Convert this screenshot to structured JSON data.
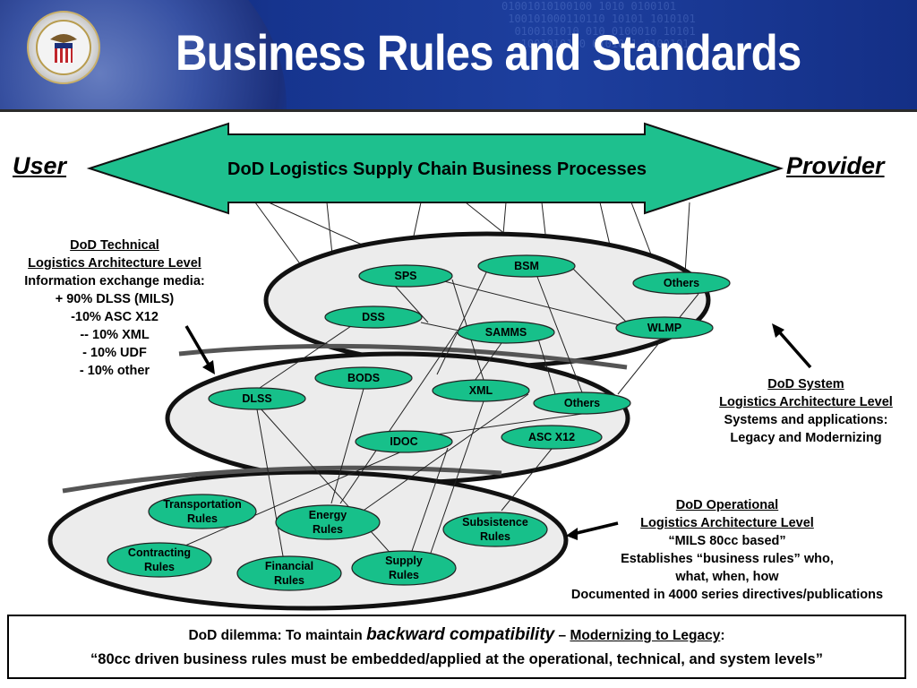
{
  "header": {
    "title": "Business Rules and Standards",
    "background_color": "#1a3690",
    "seal_icon": "dod-seal-icon"
  },
  "banner": {
    "text": "DoD Logistics Supply Chain Business Processes",
    "fill_color": "#1ec08e",
    "left_label": "User",
    "right_label": "Provider"
  },
  "node_color": "#17c08a",
  "layers": {
    "system": {
      "nodes": [
        {
          "id": "sps",
          "label": "SPS"
        },
        {
          "id": "bsm",
          "label": "BSM"
        },
        {
          "id": "others-sys",
          "label": "Others"
        },
        {
          "id": "dss",
          "label": "DSS"
        },
        {
          "id": "samms",
          "label": "SAMMS"
        },
        {
          "id": "wlmp",
          "label": "WLMP"
        }
      ]
    },
    "technical": {
      "nodes": [
        {
          "id": "bods",
          "label": "BODS"
        },
        {
          "id": "dlss",
          "label": "DLSS"
        },
        {
          "id": "xml",
          "label": "XML"
        },
        {
          "id": "others-tech",
          "label": "Others"
        },
        {
          "id": "idoc",
          "label": "IDOC"
        },
        {
          "id": "ascx12",
          "label": "ASC X12"
        }
      ]
    },
    "operational": {
      "nodes": [
        {
          "id": "transport",
          "label": "Transportation\nRules"
        },
        {
          "id": "energy",
          "label": "Energy\nRules"
        },
        {
          "id": "subsist",
          "label": "Subsistence\nRules"
        },
        {
          "id": "contract",
          "label": "Contracting\nRules"
        },
        {
          "id": "financial",
          "label": "Financial\nRules"
        },
        {
          "id": "supply",
          "label": "Supply\nRules"
        }
      ]
    }
  },
  "annotations": {
    "technical": {
      "heading1": "DoD Technical",
      "heading2": "Logistics Architecture Level",
      "lines": [
        "Information exchange media:",
        "+ 90% DLSS (MILS)",
        "-10% ASC X12",
        "-- 10% XML",
        "- 10% UDF",
        "- 10% other"
      ]
    },
    "system": {
      "heading1": "DoD System",
      "heading2": "Logistics Architecture Level",
      "lines": [
        "Systems and applications:",
        "Legacy and Modernizing"
      ]
    },
    "operational": {
      "heading1": "DoD Operational",
      "heading2": "Logistics Architecture Level",
      "lines": [
        "“MILS 80cc based”",
        "Establishes “business rules” who,",
        "what, when, how",
        "Documented in 4000 series directives/publications"
      ]
    }
  },
  "footer": {
    "prefix": "DoD dilemma: To maintain ",
    "emphasis": "backward compatibility",
    "dash": " – ",
    "underlined": "Modernizing to Legacy",
    "colon": ":",
    "quote": "“80cc driven business rules must be embedded/applied at the operational, technical, and system levels”"
  }
}
